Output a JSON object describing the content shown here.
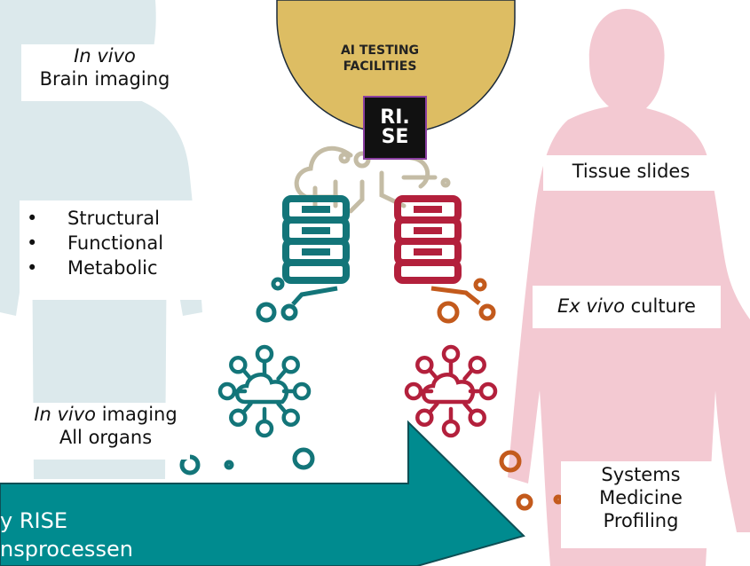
{
  "colors": {
    "left_figure": "#dce9ec",
    "right_figure": "#f3c9d2",
    "facility": "#ddbd63",
    "teal": "#137579",
    "crimson": "#b3203c",
    "tan": "#c4bca5",
    "orange": "#c35a1c",
    "arrow": "#008b8f"
  },
  "facility": {
    "label_line1": "AI TESTING",
    "label_line2": "FACILITIES",
    "logo_line1": "RI.",
    "logo_line2": "SE"
  },
  "left": {
    "brain_italic": "In vivo",
    "brain_text": "Brain imaging",
    "bullets": [
      "Structural",
      "Functional",
      "Metabolic"
    ],
    "bullet_symbol": "•",
    "organs_italic": "In vivo",
    "organs_text": " imaging",
    "organs_line2": "All organs"
  },
  "right": {
    "tissue": "Tissue slides",
    "exvivo_italic": "Ex vivo",
    "exvivo_text": " culture",
    "systems": [
      "Systems",
      "Medicine",
      "Profiling"
    ]
  },
  "arrow": {
    "line1": "y RISE",
    "line2": "nsprocessen"
  },
  "icons": {
    "facility": "rounded-dome",
    "logo": "rise-logo",
    "circuit": "circuit-cloud-icon",
    "database_left": "database-stack-icon",
    "database_right": "database-stack-icon",
    "network_left": "cloud-network-icon",
    "network_right": "cloud-network-icon",
    "figure_left": "human-silhouette",
    "figure_right": "human-silhouette"
  }
}
